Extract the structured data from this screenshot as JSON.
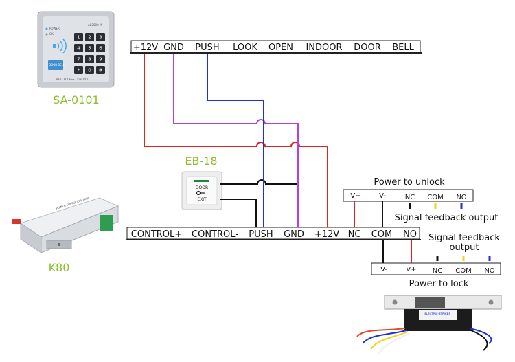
{
  "devices": {
    "reader_label": "SA-0101",
    "exit_button_label": "EB-18",
    "controller_label": "K80",
    "exit_button_text_top": "DOOR",
    "exit_button_text_bottom": "EXIT",
    "reader_model": "AC2000-M",
    "reader_indicator_1": "POWER",
    "reader_indicator_2": "OK",
    "reader_footer": "RFID ACCESS CONTROL",
    "reader_keys": [
      "1",
      "2",
      "3",
      "4",
      "5",
      "6",
      "7",
      "8",
      "9",
      "*",
      "0",
      "#"
    ],
    "reader_bell_label": "DOOR BELL",
    "controller_title": "POWER SUPPLY CONTROL",
    "strike_title": "ELECTRIC-STRIKES"
  },
  "reader_terminals": [
    "+12V",
    "GND",
    "PUSH",
    "LOOK",
    "OPEN",
    "INDOOR",
    "DOOR",
    "BELL"
  ],
  "controller_terminals": [
    "CONTROL+",
    "CONTROL-",
    "PUSH",
    "GND",
    "+12V",
    "NC",
    "COM",
    "NO"
  ],
  "unlock_block": {
    "title": "Power to unlock",
    "terminals": [
      "V+",
      "V-",
      "NC",
      "COM",
      "NO"
    ],
    "feedback": "Signal feedback output"
  },
  "lock_block": {
    "title": "Power to lock",
    "terminals": [
      "V-",
      "V+",
      "NC",
      "COM",
      "NO"
    ],
    "feedback_line1": "Signal feedback",
    "feedback_line2": "output"
  },
  "wire_colors": {
    "red": "#e0241d",
    "purple": "#b53fe0",
    "blue": "#1f2fd9",
    "black": "#111111",
    "yellow": "#f2d21b",
    "label_green": "#8dbf2f"
  }
}
